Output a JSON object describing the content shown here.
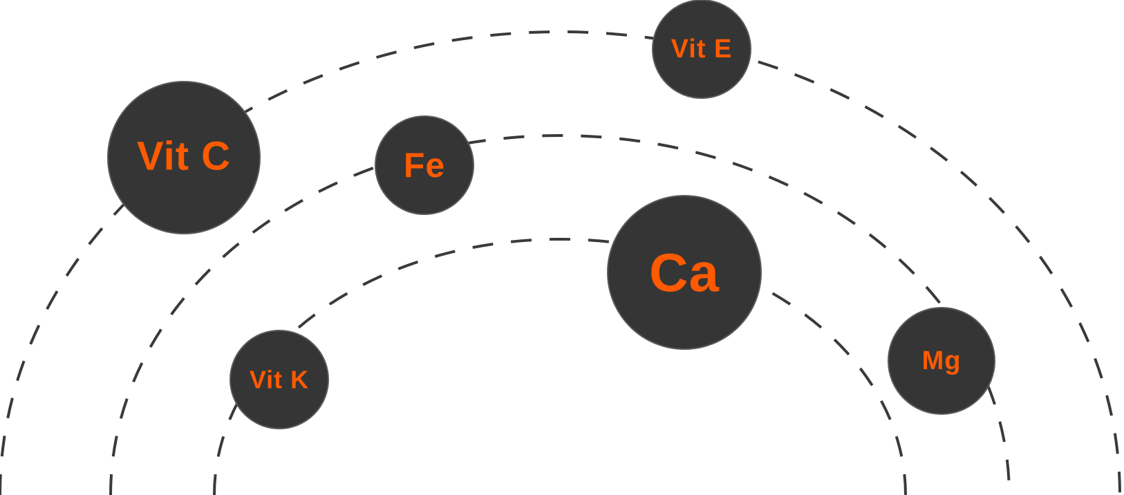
{
  "colors": {
    "background": "#ffffff",
    "orbit": "#3a3a3a",
    "node_fill": "#353535",
    "node_stroke": "#5a5a5a",
    "label": "#ff5a00"
  },
  "nodes": [
    {
      "id": "vit-c",
      "label": "Vit C"
    },
    {
      "id": "vit-e",
      "label": "Vit E"
    },
    {
      "id": "fe",
      "label": "Fe"
    },
    {
      "id": "ca",
      "label": "Ca"
    },
    {
      "id": "vit-k",
      "label": "Vit K"
    },
    {
      "id": "mg",
      "label": "Mg"
    }
  ]
}
